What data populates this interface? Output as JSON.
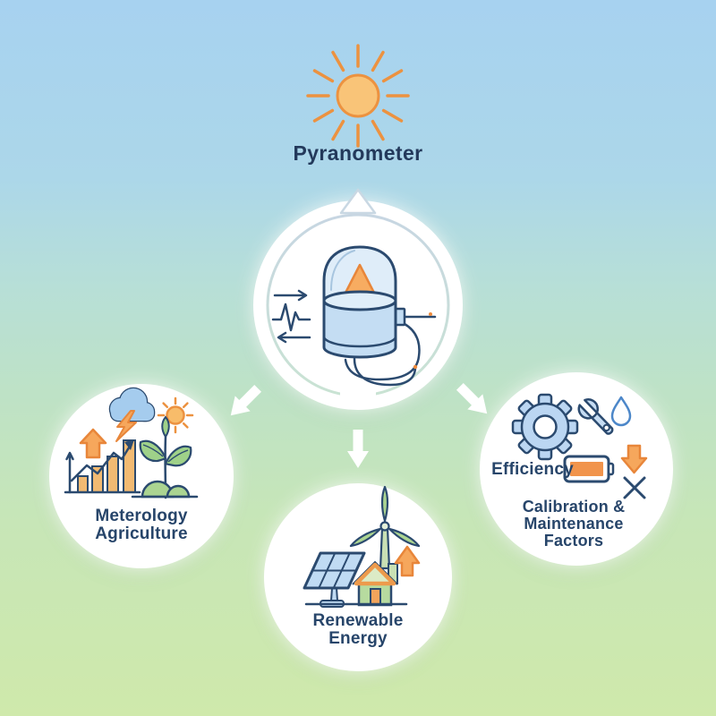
{
  "title": "Pyranometer",
  "colors": {
    "background_top": "#A7D2F0",
    "background_bottom": "#CFE9AB",
    "node_circle": "#FFFFFF",
    "text_navy": "#27456A",
    "outline_navy": "#2B4A6F",
    "accent_orange_fill": "#F6A75C",
    "accent_orange_stroke": "#E8863A",
    "icon_blue_fill": "#BBD6F2",
    "icon_green_fill": "#ABD491",
    "sun_fill": "#F9C478",
    "sun_stroke": "#EC9240",
    "connector_arrow": "#FFFFFF",
    "ring_top": "#C7D6E2",
    "ring_bottom": "#C9E3D3"
  },
  "header": {
    "sun_icon": "sun-icon",
    "title_label": "Pyranometer"
  },
  "center": {
    "icon": "pyranometer-device-icon",
    "sub_icons": [
      "signal-waveform-icon",
      "arrow-right-icon",
      "arrow-left-icon",
      "dome-icon",
      "sensor-triangle-icon",
      "cable-icon"
    ]
  },
  "nodes": [
    {
      "id": "meteorology-agriculture",
      "lines": [
        "Meterology",
        "Agriculture"
      ],
      "icons": [
        "storm-cloud-icon",
        "lightning-icon",
        "small-sun-icon",
        "up-arrow-icon",
        "bar-chart-icon",
        "trend-line-icon",
        "plant-icon"
      ]
    },
    {
      "id": "renewable-energy",
      "lines": [
        "Renewable",
        "Energy"
      ],
      "icons": [
        "solar-panel-icon",
        "wind-turbine-icon",
        "house-icon",
        "up-arrow-icon"
      ]
    },
    {
      "id": "calibration-maintenance",
      "efficiency_label": "Efficiency",
      "lines": [
        "Calibration &",
        "Maintenance",
        "Factors"
      ],
      "icons": [
        "gear-icon",
        "wrench-icon",
        "water-drop-icon",
        "battery-icon",
        "down-arrow-icon",
        "x-mark-icon"
      ]
    }
  ],
  "arrows": {
    "count": 3,
    "color": "#FFFFFF",
    "directions": [
      "to-meteorology-agriculture",
      "to-renewable-energy",
      "to-calibration-maintenance"
    ]
  }
}
